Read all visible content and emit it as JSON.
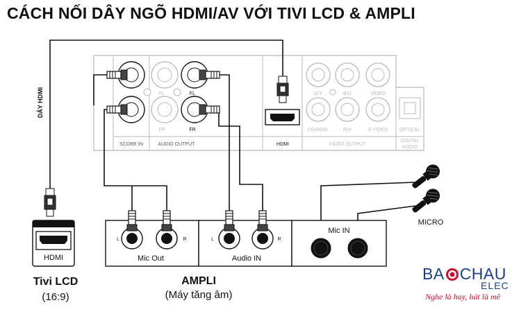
{
  "title": "CÁCH NỐI DÂY NGÕ HDMI/AV VỚI TIVI LCD & AMPLI",
  "cable_label": "DÂY HDMI",
  "player": {
    "ports": {
      "score_in": "SCORE IN",
      "fl": "FL",
      "fr": "FR",
      "fl_active": "FL",
      "fr_active": "FR",
      "audio_output": "AUDIO OUTPUT",
      "hdmi": "HDMI",
      "gy": "G/Y",
      "bu": "B/U",
      "video": "VIDEO",
      "coaxial": "COAXIAL",
      "rv": "R/V",
      "svideo": "S-VIDEO",
      "optical": "OPTICAL",
      "video_output": "VIDEO OUTPUT",
      "digital": "DIGITAL",
      "audio": "AUDIO"
    }
  },
  "tv": {
    "port_label": "HDMI",
    "name": "Tivi LCD",
    "ratio": "(16:9)"
  },
  "ampli": {
    "name": "AMPLI",
    "subtitle": "(Máy tăng âm)",
    "mic_out_label": "Mic Out",
    "audio_in_label": "Audio IN",
    "mic_in_label": "Mic IN",
    "left": "L",
    "right": "R"
  },
  "micro_label": "MICRO",
  "logo": {
    "part1": "BA",
    "part2": "CHAU",
    "line2": "ELEC",
    "slogan": "Nghe là hay, hát là mê"
  },
  "colors": {
    "line": "#111111",
    "inactive": "#b8b8b8",
    "brand_blue": "#1a3f8f",
    "brand_red": "#c8102e"
  }
}
